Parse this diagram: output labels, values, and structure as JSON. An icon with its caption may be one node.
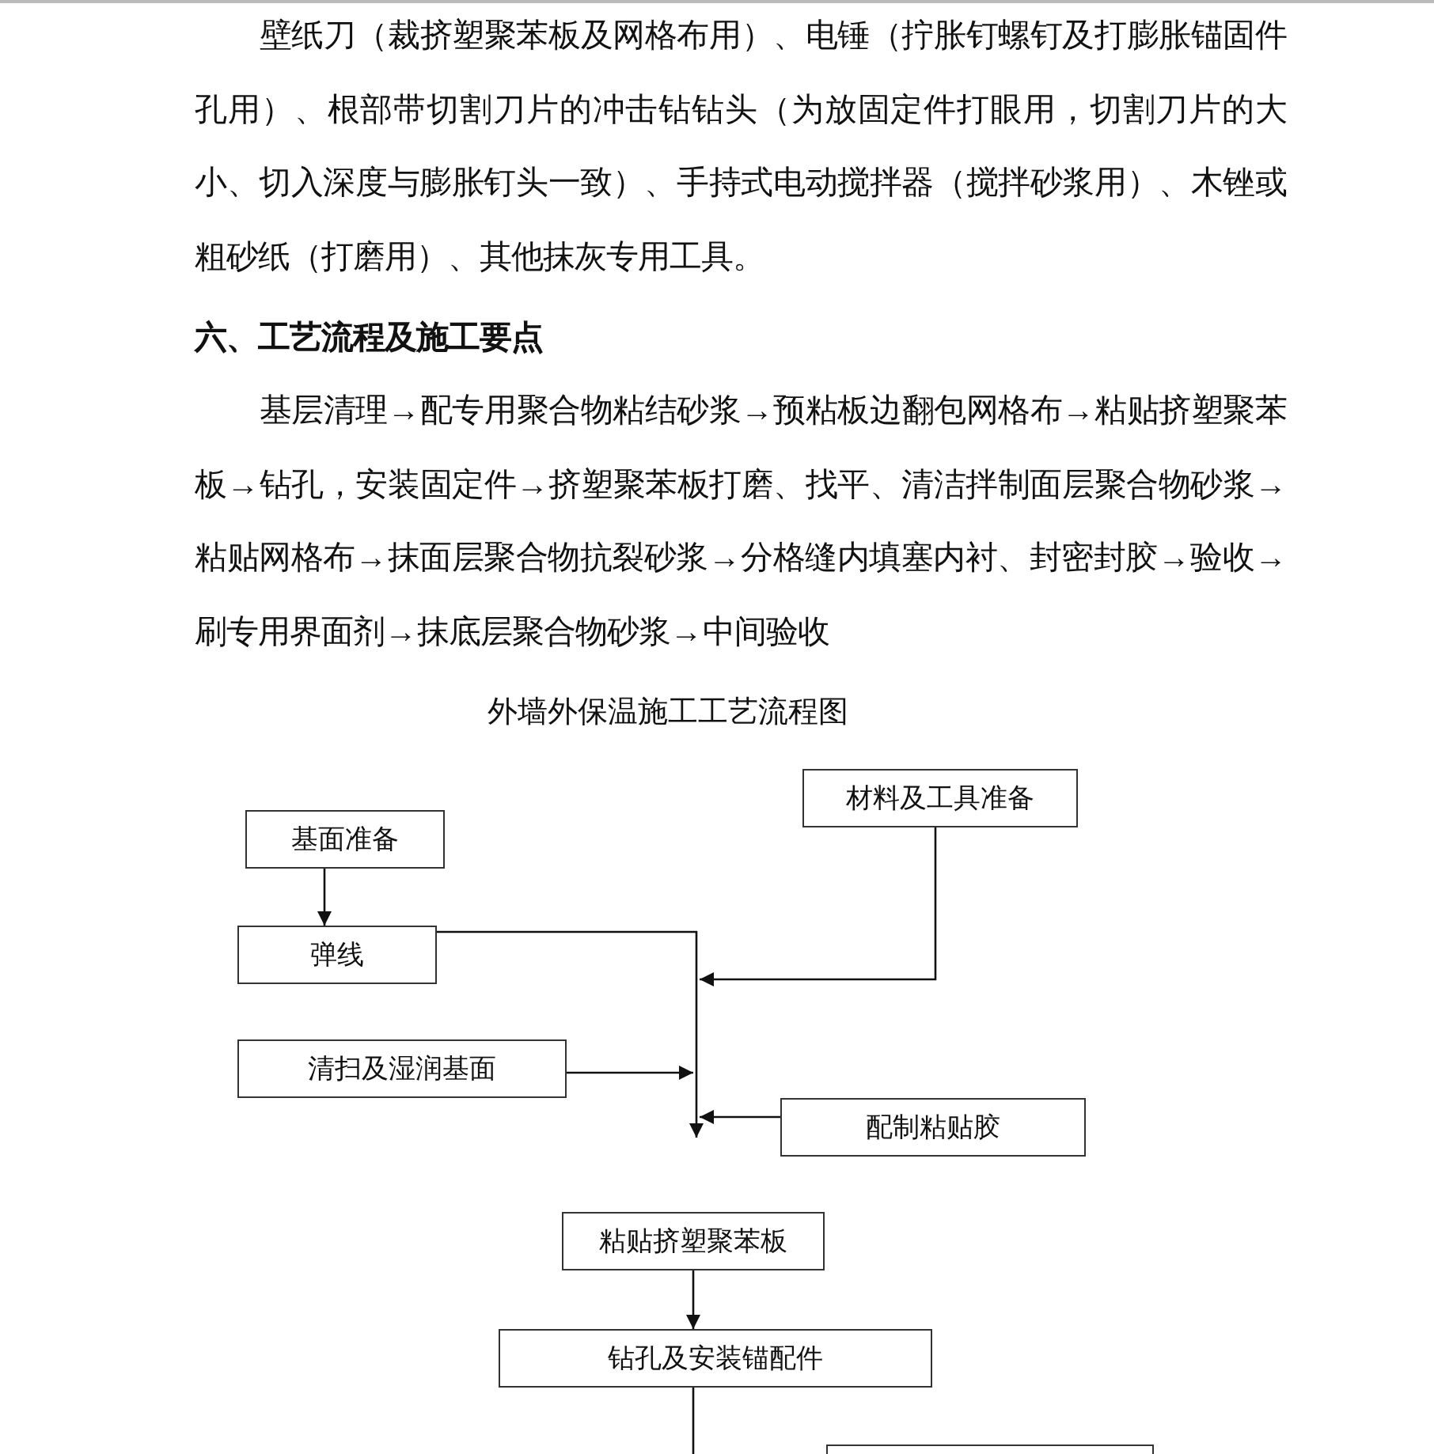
{
  "diagram": {
    "title": "外墙外保温施工工艺流程图",
    "nodes": [
      {
        "text": [
          "基面准备"
        ]
      },
      {
        "text": [
          "弹线"
        ]
      },
      {
        "text": [
          "材料及工具准备"
        ]
      },
      {
        "text": [
          "清扫及湿润基面"
        ]
      },
      {
        "text": [
          "配制粘贴胶"
        ]
      },
      {
        "text": [
          "粘贴挤塑聚苯板"
        ]
      },
      {
        "text": [
          "钻孔及安装锚配件"
        ]
      },
      {
        "text": [],
        "shape": "box"
      }
    ],
    "edges": [
      {
        "from": 0,
        "to": 1,
        "arrow": "to"
      },
      {
        "from": 1,
        "to": null,
        "arrow": "to"
      },
      {
        "from": 2,
        "to": null,
        "arrow": "to"
      },
      {
        "from": 3,
        "to": null,
        "arrow": "to"
      },
      {
        "from": 4,
        "to": null,
        "arrow": "to"
      },
      {
        "from": 5,
        "to": 6,
        "arrow": "to"
      },
      {
        "from": 6,
        "to": null,
        "arrow": "none"
      }
    ],
    "labels": [
      "壁纸刀（裁挤塑聚苯板及网格布用）、电锤（拧胀钉螺钉及打膨胀锚固件孔用）、根部带切割刀片的冲击钻钻头（为放固定件打眼用，切割刀片的大小、切入深度与膨胀钉头一致）、手持式电动搅拌器（搅拌砂浆用）、木锉或粗砂纸（打磨用）、其他抹灰专用工具。",
      "六、工艺流程及施工要点",
      "基层清理→配专用聚合物粘结砂浆→预粘板边翻包网格布→粘贴挤塑聚苯板→钻孔，安装固定件→挤塑聚苯板打磨、找平、清洁拌制面层聚合物砂浆→粘贴网格布→抹面层聚合物抗裂砂浆→分格缝内填塞内衬、封密封胶→验收→刷专用界面剂→抹底层聚合物砂浆→中间验收"
    ]
  }
}
